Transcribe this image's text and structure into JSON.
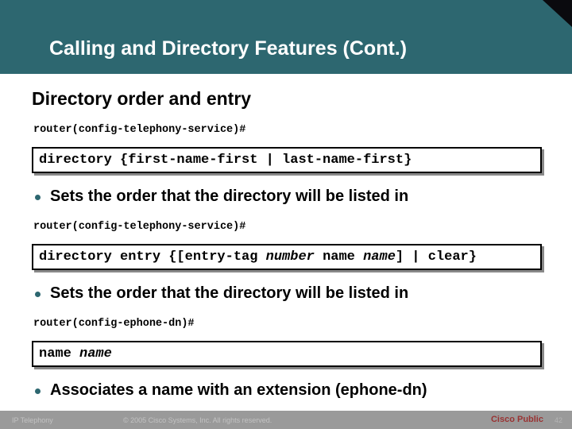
{
  "header": {
    "title": "Calling and Directory Features (Cont.)",
    "bg_color": "#2D6770",
    "corner_accent_color": "#0a0a0e"
  },
  "slide": {
    "heading": "Directory order and entry",
    "bullet_color": "#2D6770",
    "sections": [
      {
        "prompt": "router(config-telephony-service)#",
        "command_parts": [
          {
            "text": "directory {first-name-first | last-name-first}",
            "italic": false
          }
        ],
        "bullet": "Sets the order that the directory will be listed in"
      },
      {
        "prompt": "router(config-telephony-service)#",
        "command_parts": [
          {
            "text": "directory entry {[entry-tag ",
            "italic": false
          },
          {
            "text": "number",
            "italic": true
          },
          {
            "text": " name ",
            "italic": false
          },
          {
            "text": "name",
            "italic": true
          },
          {
            "text": "] | clear}",
            "italic": false
          }
        ],
        "bullet": "Sets the order that the directory will be listed in"
      },
      {
        "prompt": "router(config-ephone-dn)#",
        "command_parts": [
          {
            "text": "name ",
            "italic": false
          },
          {
            "text": "name",
            "italic": true
          }
        ],
        "bullet": "Associates a name with an extension (ephone-dn)"
      }
    ]
  },
  "footer": {
    "left": "IP Telephony",
    "center": "© 2005 Cisco Systems, Inc. All rights reserved.",
    "classification": "Cisco Public",
    "page": "42",
    "bar_color": "#9A9A9A",
    "classification_color": "#993333"
  }
}
